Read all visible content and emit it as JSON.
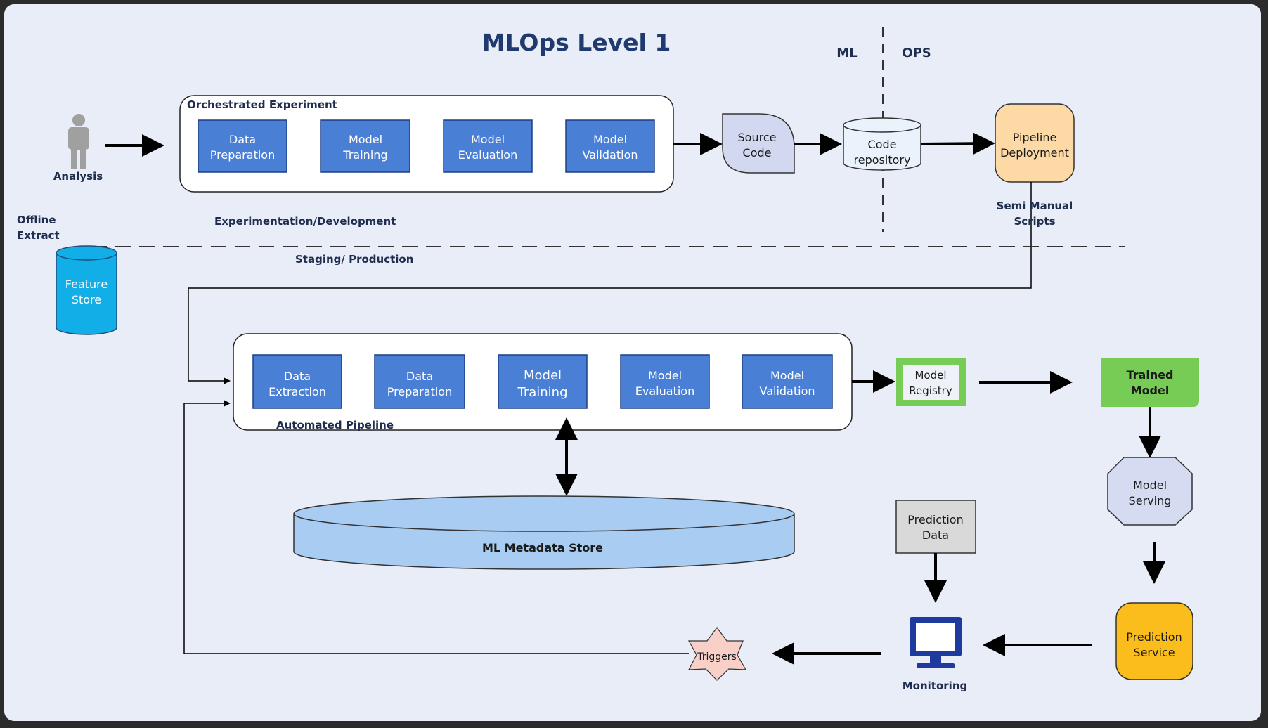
{
  "title": "MLOps Level 1",
  "divider_labels": {
    "left": "ML",
    "right": "OPS"
  },
  "analysis_label": "Analysis",
  "offline_extract": [
    "Offline",
    "Extract"
  ],
  "experiment": {
    "label": "Orchestrated Experiment",
    "steps": [
      [
        "Data",
        "Preparation"
      ],
      [
        "Model",
        "Training"
      ],
      [
        "Model",
        "Evaluation"
      ],
      [
        "Model",
        "Validation"
      ]
    ]
  },
  "source_code": [
    "Source",
    "Code"
  ],
  "code_repository": [
    "Code",
    "repository"
  ],
  "pipeline_deployment": [
    "Pipeline",
    "Deployment"
  ],
  "semi_manual_scripts": [
    "Semi Manual",
    "Scripts"
  ],
  "experimentation_label": "Experimentation/Development",
  "staging_label": "Staging/ Production",
  "feature_store": [
    "Feature",
    "Store"
  ],
  "pipeline": {
    "label": "Automated Pipeline",
    "steps": [
      [
        "Data",
        "Extraction"
      ],
      [
        "Data",
        "Preparation"
      ],
      [
        "Model",
        "Training"
      ],
      [
        "Model",
        "Evaluation"
      ],
      [
        "Model",
        "Validation"
      ]
    ]
  },
  "model_registry": [
    "Model",
    "Registry"
  ],
  "trained_model": [
    "Trained",
    "Model"
  ],
  "model_serving": [
    "Model",
    "Serving"
  ],
  "metadata_store": "ML Metadata Store",
  "prediction_data": [
    "Prediction",
    "Data"
  ],
  "monitoring": "Monitoring",
  "prediction_service": [
    "Prediction",
    "Service"
  ],
  "triggers": "Triggers",
  "colors": {
    "canvas": "#e8edf8",
    "step_blue": "#4a7fd6",
    "title": "#1f3a6e",
    "feature_store": "#12aee8",
    "pipeline_deploy": "#fdd9a6",
    "model_green": "#77cc55",
    "prediction_service": "#fbbd1c",
    "metadata": "#a9cdf2",
    "monitor": "#1f3a9e",
    "triggers": "#f8d0c8",
    "serving": "#d5dcf2"
  }
}
